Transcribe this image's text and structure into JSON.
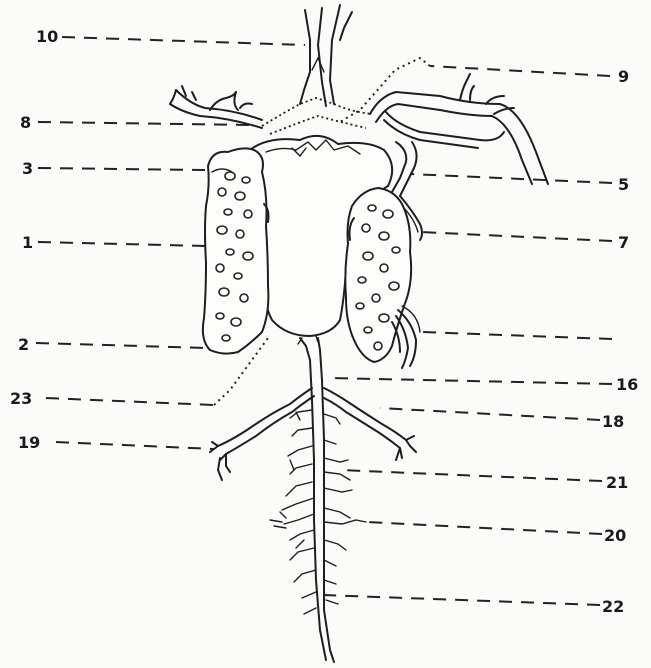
{
  "labels": {
    "l10": "10",
    "l9": "9",
    "l8": "8",
    "l3": "3",
    "l5": "5",
    "l1": "1",
    "l7": "7",
    "l2": "2",
    "l16": "16",
    "l23": "23",
    "l18": "18",
    "l19": "19",
    "l21": "21",
    "l20": "20",
    "l22": "22"
  }
}
